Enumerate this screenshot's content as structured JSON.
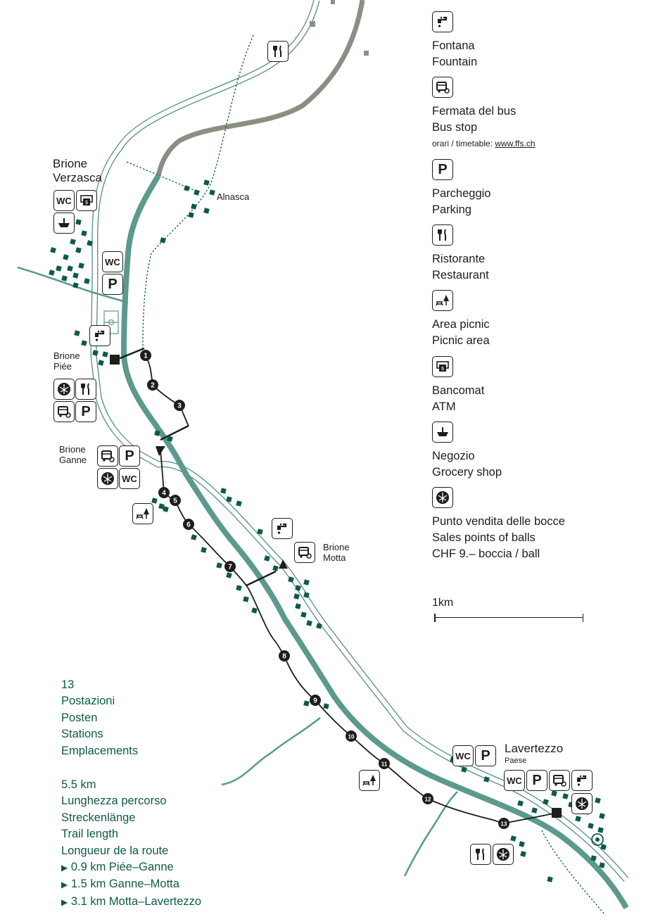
{
  "places": {
    "brione_verzasca": [
      "Brione",
      "Verzasca"
    ],
    "alnasca": "Alnasca",
    "brione_piee": [
      "Brione",
      "Piée"
    ],
    "brione_ganne": [
      "Brione",
      "Ganne"
    ],
    "brione_motta": [
      "Brione",
      "Motta"
    ],
    "lavertezzo": "Lavertezzo",
    "lavertezzo_sub": "Paese"
  },
  "stations": [
    "1",
    "2",
    "3",
    "4",
    "5",
    "6",
    "7",
    "8",
    "9",
    "10",
    "11",
    "12",
    "13"
  ],
  "legend": [
    {
      "icon": "fountain-icon",
      "lines": [
        "Fontana",
        "Fountain"
      ]
    },
    {
      "icon": "bus-stop-icon",
      "lines": [
        "Fermata del bus",
        "Bus stop"
      ],
      "note_prefix": "orari / timetable: ",
      "note_link": "www.ffs.ch"
    },
    {
      "icon": "parking-icon",
      "lines": [
        "Parcheggio",
        "Parking"
      ]
    },
    {
      "icon": "restaurant-icon",
      "lines": [
        "Ristorante",
        "Restaurant"
      ]
    },
    {
      "icon": "picnic-icon",
      "lines": [
        "Area picnic",
        "Picnic area"
      ]
    },
    {
      "icon": "atm-icon",
      "lines": [
        "Bancomat",
        "ATM"
      ]
    },
    {
      "icon": "shop-icon",
      "lines": [
        "Negozio",
        "Grocery shop"
      ]
    },
    {
      "icon": "ball-sales-icon",
      "lines": [
        "Punto vendita delle bocce",
        "Sales points of balls",
        "CHF 9.– boccia / ball"
      ]
    }
  ],
  "scale": {
    "label": "1km"
  },
  "stats": {
    "stations_count": "13",
    "stations_labels": [
      "Postazioni",
      "Posten",
      "Stations",
      "Emplacements"
    ],
    "length": "5.5 km",
    "length_labels": [
      "Lunghezza percorso",
      "Streckenlänge",
      "Trail length",
      "Longueur de la route"
    ],
    "segments": [
      "0.9 km Piée–Ganne",
      "1.5 km Ganne–Motta",
      "3.1 km Motta–Lavertezzo"
    ]
  },
  "icon_texts": {
    "wc": "WC",
    "p": "P"
  },
  "colors": {
    "river": "#5b9a8d",
    "upper_river": "#8a8f83",
    "house": "#0d5a4c",
    "trail": "#1d1d1b",
    "text_green": "#0d5a4c"
  }
}
